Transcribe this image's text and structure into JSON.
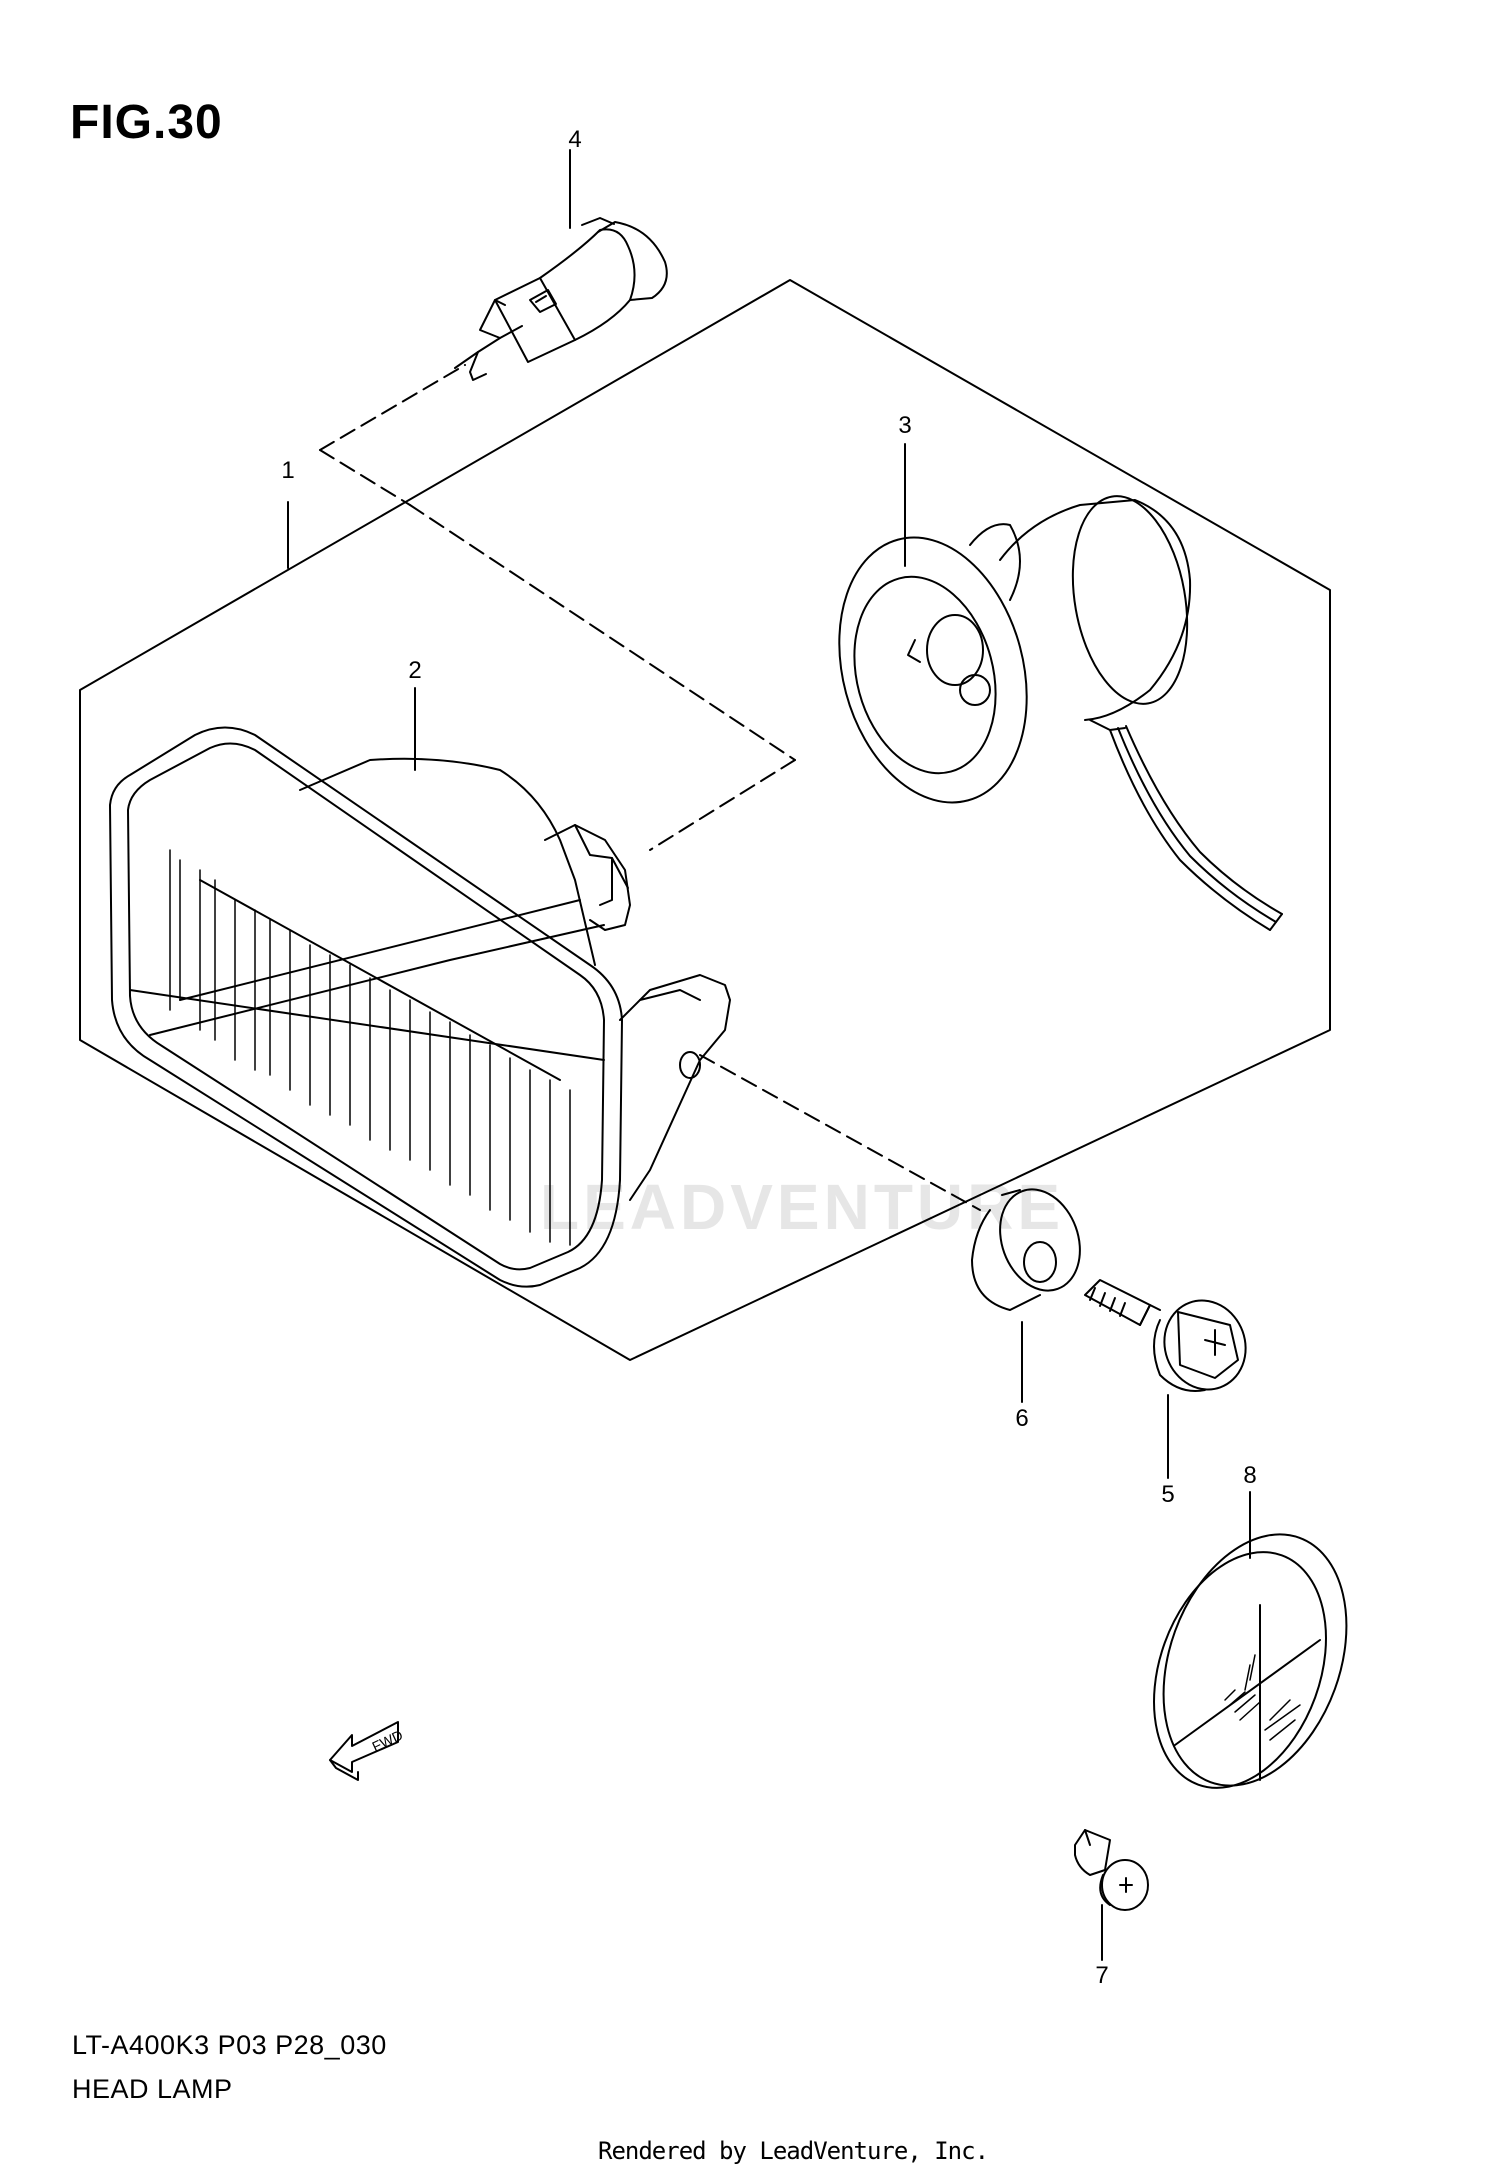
{
  "figure": {
    "title": "FIG.30",
    "model_code": "LT-A400K3 P03 P28_030",
    "name": "HEAD LAMP",
    "credit": "Rendered by LeadVenture, Inc.",
    "watermark": "LEADVENTURE",
    "direction_label": "FWD"
  },
  "callouts": [
    "1",
    "2",
    "3",
    "4",
    "5",
    "6",
    "7",
    "8"
  ],
  "parts": [
    {
      "ref": "1",
      "name": "headlamp-assembly"
    },
    {
      "ref": "2",
      "name": "headlamp-unit"
    },
    {
      "ref": "3",
      "name": "socket"
    },
    {
      "ref": "4",
      "name": "bulb"
    },
    {
      "ref": "5",
      "name": "screw"
    },
    {
      "ref": "6",
      "name": "cushion"
    },
    {
      "ref": "7",
      "name": "screw"
    },
    {
      "ref": "8",
      "name": "cap"
    }
  ]
}
